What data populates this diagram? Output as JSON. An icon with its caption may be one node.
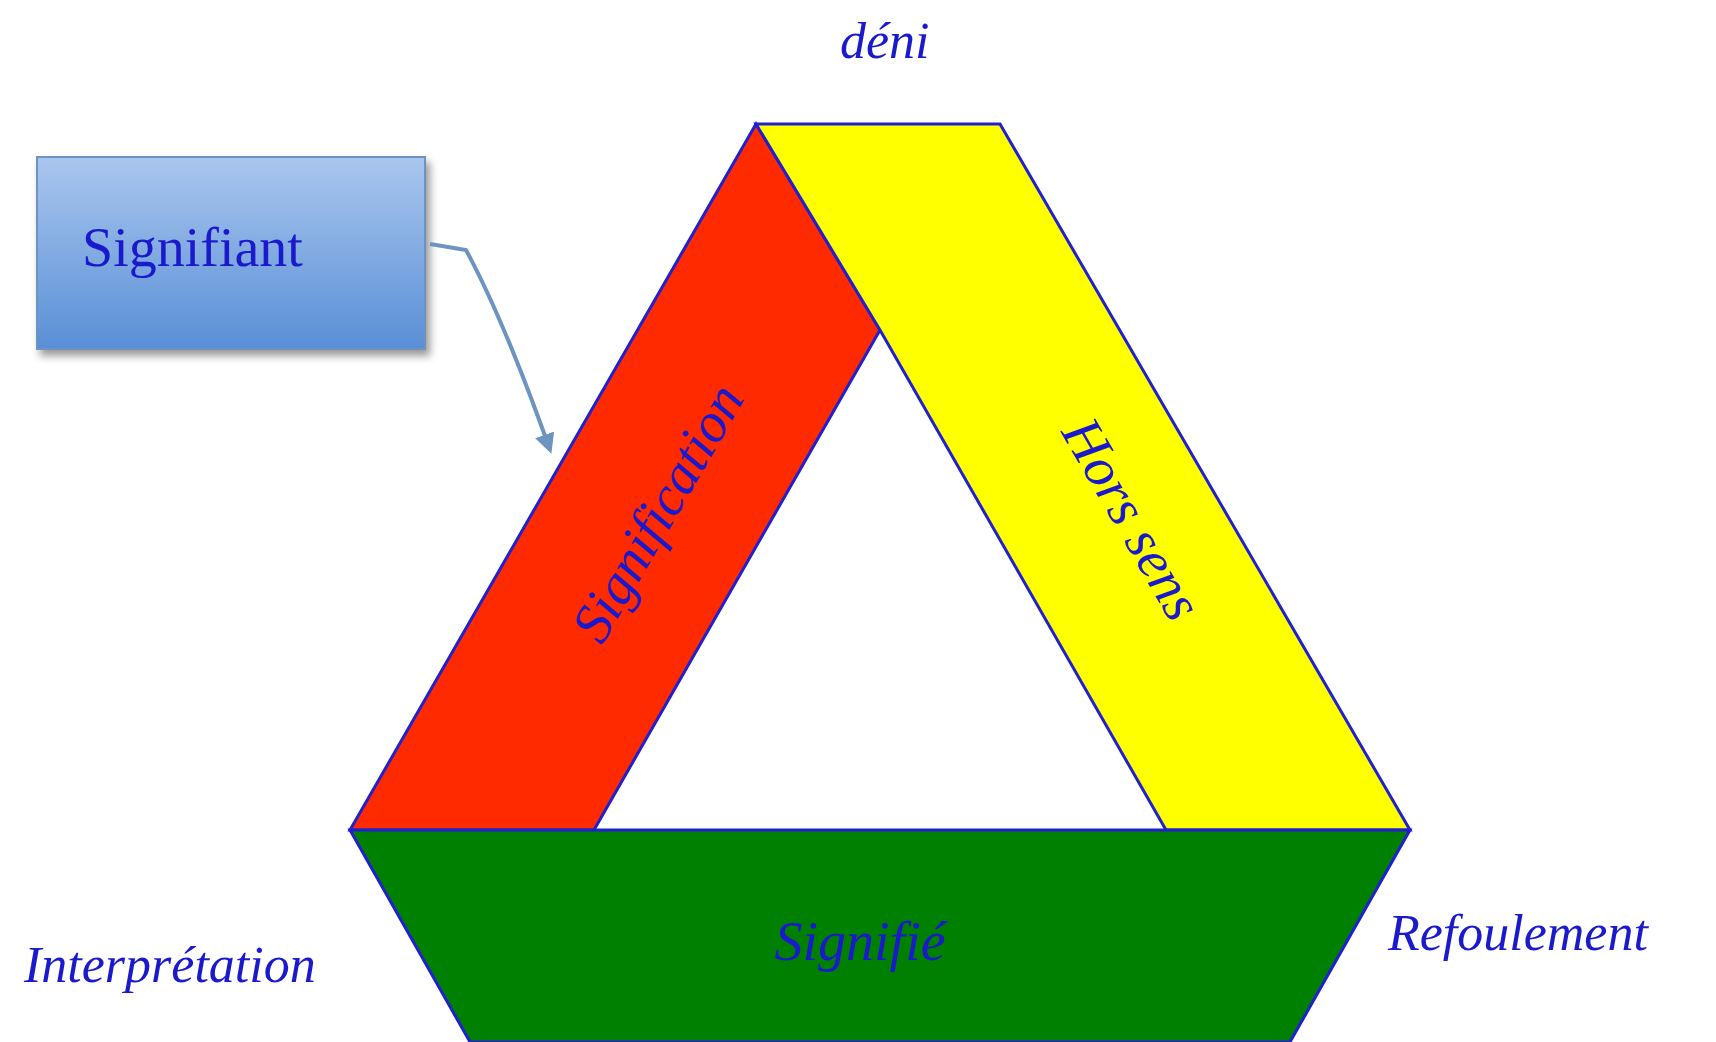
{
  "diagram": {
    "nodes": [
      {
        "text": [
          "Signifiant"
        ]
      },
      {
        "text": [
          "Signification"
        ]
      },
      {
        "text": [
          "Hors sens"
        ]
      },
      {
        "text": [
          "Signifié"
        ]
      }
    ],
    "edges": [
      {
        "from": 0,
        "to": 1,
        "arrow": "to"
      }
    ],
    "labels": [
      "déni",
      "Interprétation",
      "Refoulement"
    ]
  }
}
